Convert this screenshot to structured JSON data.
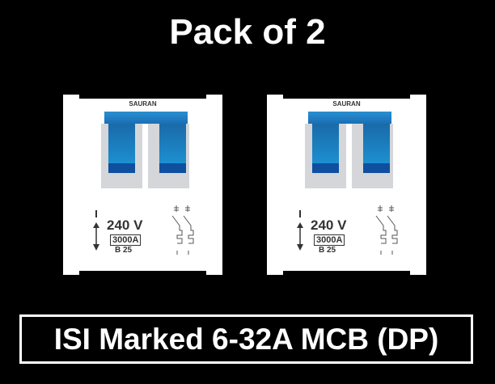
{
  "title": "Pack of 2",
  "modules": [
    {
      "brand": "SAURAN",
      "voltage": "240 V",
      "breaking_capacity": "3000A",
      "curve_rating": "B 25",
      "on_off_mark": "I"
    },
    {
      "brand": "SAURAN",
      "voltage": "240 V",
      "breaking_capacity": "3000A",
      "curve_rating": "B 25",
      "on_off_mark": "I"
    }
  ],
  "banner": "ISI Marked 6-32A MCB (DP)",
  "colors": {
    "background": "#000000",
    "toggle_blue": "#1d8fd0",
    "toggle_dark": "#0e4fa0"
  }
}
